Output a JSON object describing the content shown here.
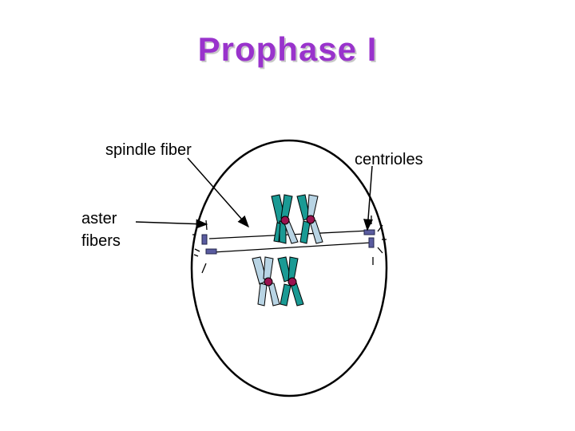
{
  "slide": {
    "title": "Prophase I"
  },
  "labels": {
    "spindle_fiber": "spindle fiber",
    "aster_line1": "aster",
    "aster_line2": "fibers",
    "centrioles": "centrioles"
  },
  "colors": {
    "title": "#9933cc",
    "chromatid_dark": "#1a9a94",
    "chromatid_light": "#b8d4e4",
    "centromere": "#99124f",
    "centriole": "#5a5ca0"
  }
}
